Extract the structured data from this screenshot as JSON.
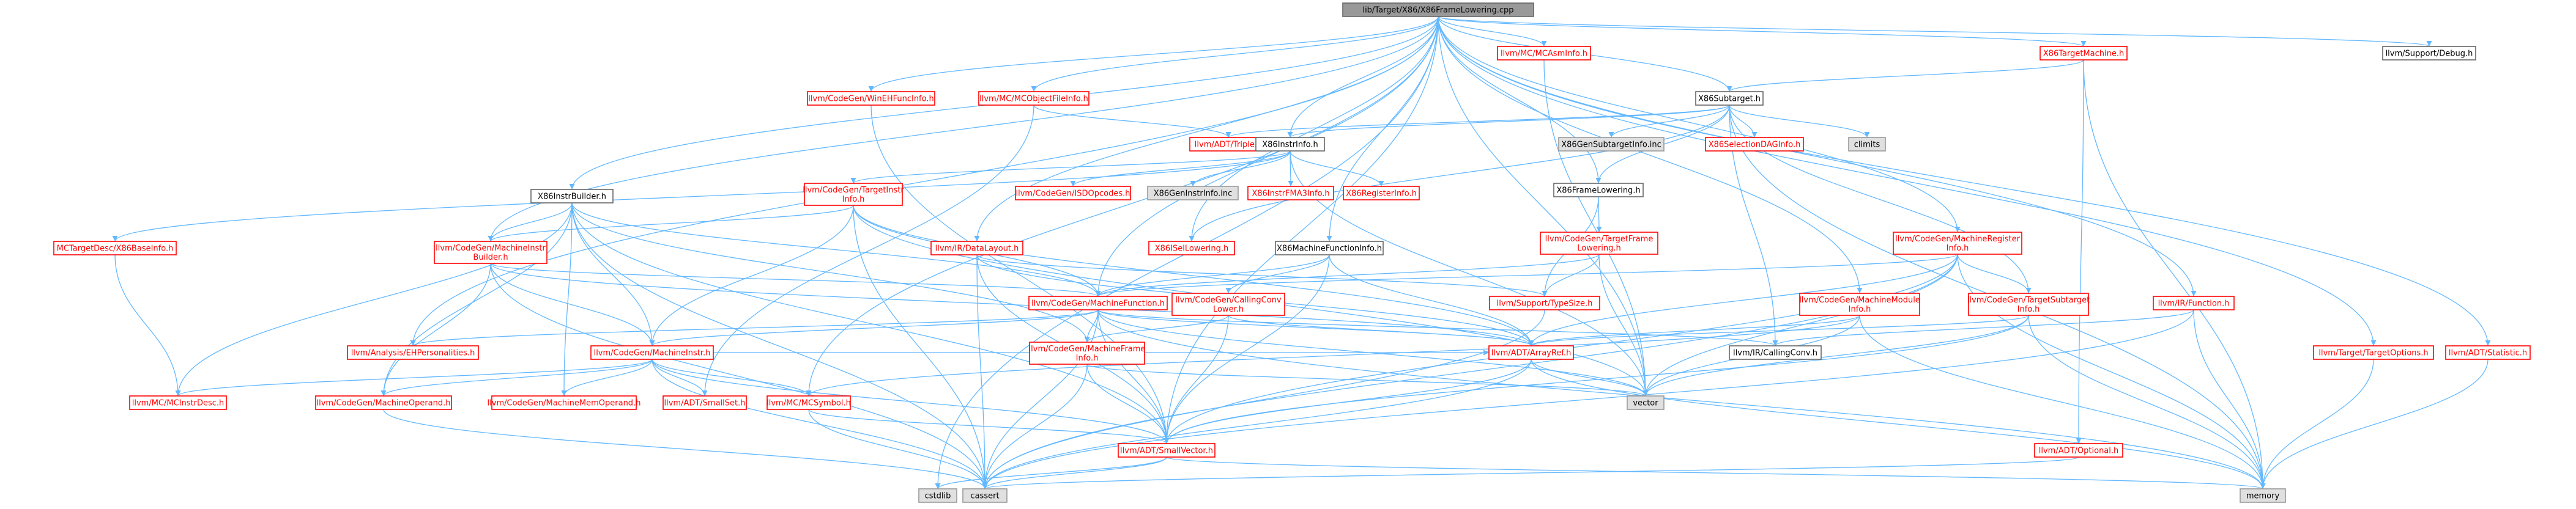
{
  "colors": {
    "edge": "#63b8ff",
    "red_text": "#ff0000",
    "black_text": "#000000",
    "root_fill": "#999999",
    "gray_fill": "#e0e0e0",
    "white_fill": "#ffffff",
    "red_border": "#ff0000",
    "black_border": "#666666",
    "gray_border": "#999999"
  },
  "nodes": [
    {
      "id": "root",
      "label": "lib/Target/X86/X86FrameLowering.cpp",
      "style": "root"
    },
    {
      "id": "x86mcasm",
      "label": "llvm/MC/MCAsmInfo.h",
      "style": "red"
    },
    {
      "id": "x86tm",
      "label": "X86TargetMachine.h",
      "style": "red"
    },
    {
      "id": "debug",
      "label": "llvm/Support/Debug.h",
      "style": "plain"
    },
    {
      "id": "wineh",
      "label": "llvm/CodeGen/WinEHFuncInfo.h",
      "style": "red"
    },
    {
      "id": "objfile",
      "label": "llvm/MC/MCObjectFileInfo.h",
      "style": "red"
    },
    {
      "id": "subtarget",
      "label": "X86Subtarget.h",
      "style": "plain"
    },
    {
      "id": "triple",
      "label": "llvm/ADT/Triple.h",
      "style": "red"
    },
    {
      "id": "instrinfo",
      "label": "X86InstrInfo.h",
      "style": "plain"
    },
    {
      "id": "gensubinc",
      "label": "X86GenSubtargetInfo.inc",
      "style": "gray"
    },
    {
      "id": "climits",
      "label": "climits",
      "style": "gray"
    },
    {
      "id": "seldag",
      "label": "X86SelectionDAGInfo.h",
      "style": "red"
    },
    {
      "id": "instrbuilder",
      "label": "X86InstrBuilder.h",
      "style": "plain"
    },
    {
      "id": "tgtinstr",
      "label": "llvm/CodeGen/TargetInstr\nInfo.h",
      "style": "red"
    },
    {
      "id": "isdop",
      "label": "llvm/CodeGen/ISDOpcodes.h",
      "style": "red"
    },
    {
      "id": "geninstrinc",
      "label": "X86GenInstrInfo.inc",
      "style": "gray"
    },
    {
      "id": "fma3",
      "label": "X86InstrFMA3Info.h",
      "style": "red"
    },
    {
      "id": "reginfo",
      "label": "X86RegisterInfo.h",
      "style": "red"
    },
    {
      "id": "framelow",
      "label": "X86FrameLowering.h",
      "style": "plain"
    },
    {
      "id": "mcbase",
      "label": "MCTargetDesc/X86BaseInfo.h",
      "style": "red"
    },
    {
      "id": "mibuilder",
      "label": "llvm/CodeGen/MachineInstr\nBuilder.h",
      "style": "red"
    },
    {
      "id": "datalayout",
      "label": "llvm/IR/DataLayout.h",
      "style": "red"
    },
    {
      "id": "isellow",
      "label": "X86ISelLowering.h",
      "style": "red"
    },
    {
      "id": "mfinfo",
      "label": "X86MachineFunctionInfo.h",
      "style": "plain"
    },
    {
      "id": "tgtframe",
      "label": "llvm/CodeGen/TargetFrame\nLowering.h",
      "style": "red"
    },
    {
      "id": "mreginfo",
      "label": "llvm/CodeGen/MachineRegister\nInfo.h",
      "style": "red"
    },
    {
      "id": "typesize",
      "label": "llvm/Support/TypeSize.h",
      "style": "red"
    },
    {
      "id": "mfunc",
      "label": "llvm/CodeGen/MachineFunction.h",
      "style": "red"
    },
    {
      "id": "callconvlow",
      "label": "llvm/CodeGen/CallingConv\nLower.h",
      "style": "red"
    },
    {
      "id": "mmodinfo",
      "label": "llvm/CodeGen/MachineModule\nInfo.h",
      "style": "red"
    },
    {
      "id": "tgtsub",
      "label": "llvm/CodeGen/TargetSubtarget\nInfo.h",
      "style": "red"
    },
    {
      "id": "irfunc",
      "label": "llvm/IR/Function.h",
      "style": "red"
    },
    {
      "id": "ehpers",
      "label": "llvm/Analysis/EHPersonalities.h",
      "style": "red"
    },
    {
      "id": "minstr",
      "label": "llvm/CodeGen/MachineInstr.h",
      "style": "red"
    },
    {
      "id": "mframe",
      "label": "llvm/CodeGen/MachineFrame\nInfo.h",
      "style": "red"
    },
    {
      "id": "arrayref",
      "label": "llvm/ADT/ArrayRef.h",
      "style": "red"
    },
    {
      "id": "callconv",
      "label": "llvm/IR/CallingConv.h",
      "style": "plain"
    },
    {
      "id": "tgtopts",
      "label": "llvm/Target/TargetOptions.h",
      "style": "red"
    },
    {
      "id": "statistic",
      "label": "llvm/ADT/Statistic.h",
      "style": "red"
    },
    {
      "id": "mcinstrdesc",
      "label": "llvm/MC/MCInstrDesc.h",
      "style": "red"
    },
    {
      "id": "moperand",
      "label": "llvm/CodeGen/MachineOperand.h",
      "style": "red"
    },
    {
      "id": "mmemop",
      "label": "llvm/CodeGen/MachineMemOperand.h",
      "style": "red"
    },
    {
      "id": "smallset",
      "label": "llvm/ADT/SmallSet.h",
      "style": "red"
    },
    {
      "id": "mcsymbol",
      "label": "llvm/MC/MCSymbol.h",
      "style": "red"
    },
    {
      "id": "vector",
      "label": "vector",
      "style": "gray"
    },
    {
      "id": "smallvec",
      "label": "llvm/ADT/SmallVector.h",
      "style": "red"
    },
    {
      "id": "optional",
      "label": "llvm/ADT/Optional.h",
      "style": "red"
    },
    {
      "id": "cstdlib",
      "label": "cstdlib",
      "style": "gray"
    },
    {
      "id": "cassert",
      "label": "cassert",
      "style": "gray"
    },
    {
      "id": "memory",
      "label": "memory",
      "style": "gray"
    }
  ],
  "edges": [
    [
      "root",
      "x86mcasm"
    ],
    [
      "root",
      "x86tm"
    ],
    [
      "root",
      "debug"
    ],
    [
      "root",
      "wineh"
    ],
    [
      "root",
      "objfile"
    ],
    [
      "root",
      "subtarget"
    ],
    [
      "root",
      "instrinfo"
    ],
    [
      "root",
      "instrbuilder"
    ],
    [
      "root",
      "framelow"
    ],
    [
      "root",
      "mfinfo"
    ],
    [
      "root",
      "datalayout"
    ],
    [
      "root",
      "mibuilder"
    ],
    [
      "root",
      "mfunc"
    ],
    [
      "root",
      "mreginfo"
    ],
    [
      "root",
      "mmodinfo"
    ],
    [
      "root",
      "ehpers"
    ],
    [
      "root",
      "irfunc"
    ],
    [
      "root",
      "tgtopts"
    ],
    [
      "root",
      "statistic"
    ],
    [
      "root",
      "mcsymbol"
    ],
    [
      "root",
      "cstdlib"
    ],
    [
      "root",
      "smallvec"
    ],
    [
      "root",
      "vector"
    ],
    [
      "root",
      "isellow"
    ],
    [
      "x86tm",
      "subtarget"
    ],
    [
      "x86tm",
      "optional"
    ],
    [
      "x86tm",
      "memory"
    ],
    [
      "wineh",
      "smallvec"
    ],
    [
      "objfile",
      "triple"
    ],
    [
      "objfile",
      "smallset"
    ],
    [
      "x86mcasm",
      "vector"
    ],
    [
      "subtarget",
      "triple"
    ],
    [
      "subtarget",
      "instrinfo"
    ],
    [
      "subtarget",
      "gensubinc"
    ],
    [
      "subtarget",
      "climits"
    ],
    [
      "subtarget",
      "seldag"
    ],
    [
      "subtarget",
      "framelow"
    ],
    [
      "subtarget",
      "tgtsub"
    ],
    [
      "subtarget",
      "callconv"
    ],
    [
      "subtarget",
      "memory"
    ],
    [
      "subtarget",
      "isellow"
    ],
    [
      "instrinfo",
      "tgtinstr"
    ],
    [
      "instrinfo",
      "isdop"
    ],
    [
      "instrinfo",
      "geninstrinc"
    ],
    [
      "instrinfo",
      "fma3"
    ],
    [
      "instrinfo",
      "reginfo"
    ],
    [
      "instrinfo",
      "mcbase"
    ],
    [
      "instrinfo",
      "vector"
    ],
    [
      "instrbuilder",
      "mibuilder"
    ],
    [
      "instrbuilder",
      "minstr"
    ],
    [
      "instrbuilder",
      "mfunc"
    ],
    [
      "instrbuilder",
      "mframe"
    ],
    [
      "instrbuilder",
      "moperand"
    ],
    [
      "instrbuilder",
      "mmemop"
    ],
    [
      "instrbuilder",
      "mcinstrdesc"
    ],
    [
      "instrbuilder",
      "smallvec"
    ],
    [
      "instrbuilder",
      "cassert"
    ],
    [
      "tgtinstr",
      "mibuilder"
    ],
    [
      "tgtinstr",
      "mfunc"
    ],
    [
      "tgtinstr",
      "minstr"
    ],
    [
      "tgtinstr",
      "arrayref"
    ],
    [
      "tgtinstr",
      "cassert"
    ],
    [
      "tgtinstr",
      "vector"
    ],
    [
      "framelow",
      "tgtframe"
    ],
    [
      "framelow",
      "typesize"
    ],
    [
      "mcbase",
      "mcinstrdesc"
    ],
    [
      "mibuilder",
      "mfunc"
    ],
    [
      "mibuilder",
      "minstr"
    ],
    [
      "mibuilder",
      "moperand"
    ],
    [
      "mibuilder",
      "arrayref"
    ],
    [
      "mibuilder",
      "cassert"
    ],
    [
      "datalayout",
      "typesize"
    ],
    [
      "datalayout",
      "arrayref"
    ],
    [
      "datalayout",
      "smallvec"
    ],
    [
      "datalayout",
      "cassert"
    ],
    [
      "mfinfo",
      "mfunc"
    ],
    [
      "mfinfo",
      "callconvlow"
    ],
    [
      "mfinfo",
      "arrayref"
    ],
    [
      "mfinfo",
      "smallvec"
    ],
    [
      "tgtframe",
      "typesize"
    ],
    [
      "tgtframe",
      "mfunc"
    ],
    [
      "tgtframe",
      "vector"
    ],
    [
      "mreginfo",
      "mfunc"
    ],
    [
      "mreginfo",
      "tgtsub"
    ],
    [
      "mreginfo",
      "arrayref"
    ],
    [
      "mreginfo",
      "smallvec"
    ],
    [
      "mreginfo",
      "vector"
    ],
    [
      "mreginfo",
      "memory"
    ],
    [
      "mreginfo",
      "cassert"
    ],
    [
      "typesize",
      "cassert"
    ],
    [
      "mfunc",
      "ehpers"
    ],
    [
      "mfunc",
      "minstr"
    ],
    [
      "mfunc",
      "mframe"
    ],
    [
      "mfunc",
      "arrayref"
    ],
    [
      "mfunc",
      "callconv"
    ],
    [
      "mfunc",
      "smallvec"
    ],
    [
      "mfunc",
      "memory"
    ],
    [
      "mfunc",
      "cassert"
    ],
    [
      "mfunc",
      "vector"
    ],
    [
      "callconvlow",
      "mframe"
    ],
    [
      "callconvlow",
      "arrayref"
    ],
    [
      "callconvlow",
      "smallvec"
    ],
    [
      "mmodinfo",
      "arrayref"
    ],
    [
      "mmodinfo",
      "mcsymbol"
    ],
    [
      "mmodinfo",
      "vector"
    ],
    [
      "mmodinfo",
      "memory"
    ],
    [
      "tgtsub",
      "arrayref"
    ],
    [
      "tgtsub",
      "smallvec"
    ],
    [
      "tgtsub",
      "vector"
    ],
    [
      "tgtsub",
      "memory"
    ],
    [
      "irfunc",
      "callconv"
    ],
    [
      "irfunc",
      "cassert"
    ],
    [
      "irfunc",
      "memory"
    ],
    [
      "minstr",
      "mcinstrdesc"
    ],
    [
      "minstr",
      "moperand"
    ],
    [
      "minstr",
      "mmemop"
    ],
    [
      "minstr",
      "smallset"
    ],
    [
      "minstr",
      "mcsymbol"
    ],
    [
      "minstr",
      "arrayref"
    ],
    [
      "minstr",
      "smallvec"
    ],
    [
      "minstr",
      "cassert"
    ],
    [
      "mframe",
      "smallvec"
    ],
    [
      "mframe",
      "vector"
    ],
    [
      "mframe",
      "cassert"
    ],
    [
      "arrayref",
      "smallvec"
    ],
    [
      "arrayref",
      "vector"
    ],
    [
      "arrayref",
      "cassert"
    ],
    [
      "arrayref",
      "memory"
    ],
    [
      "tgtopts",
      "memory"
    ],
    [
      "statistic",
      "memory"
    ],
    [
      "moperand",
      "cassert"
    ],
    [
      "mcsymbol",
      "cassert"
    ],
    [
      "mcsymbol",
      "smallvec"
    ],
    [
      "smallvec",
      "cstdlib"
    ],
    [
      "smallvec",
      "cassert"
    ],
    [
      "smallvec",
      "memory"
    ],
    [
      "optional",
      "cassert"
    ]
  ]
}
